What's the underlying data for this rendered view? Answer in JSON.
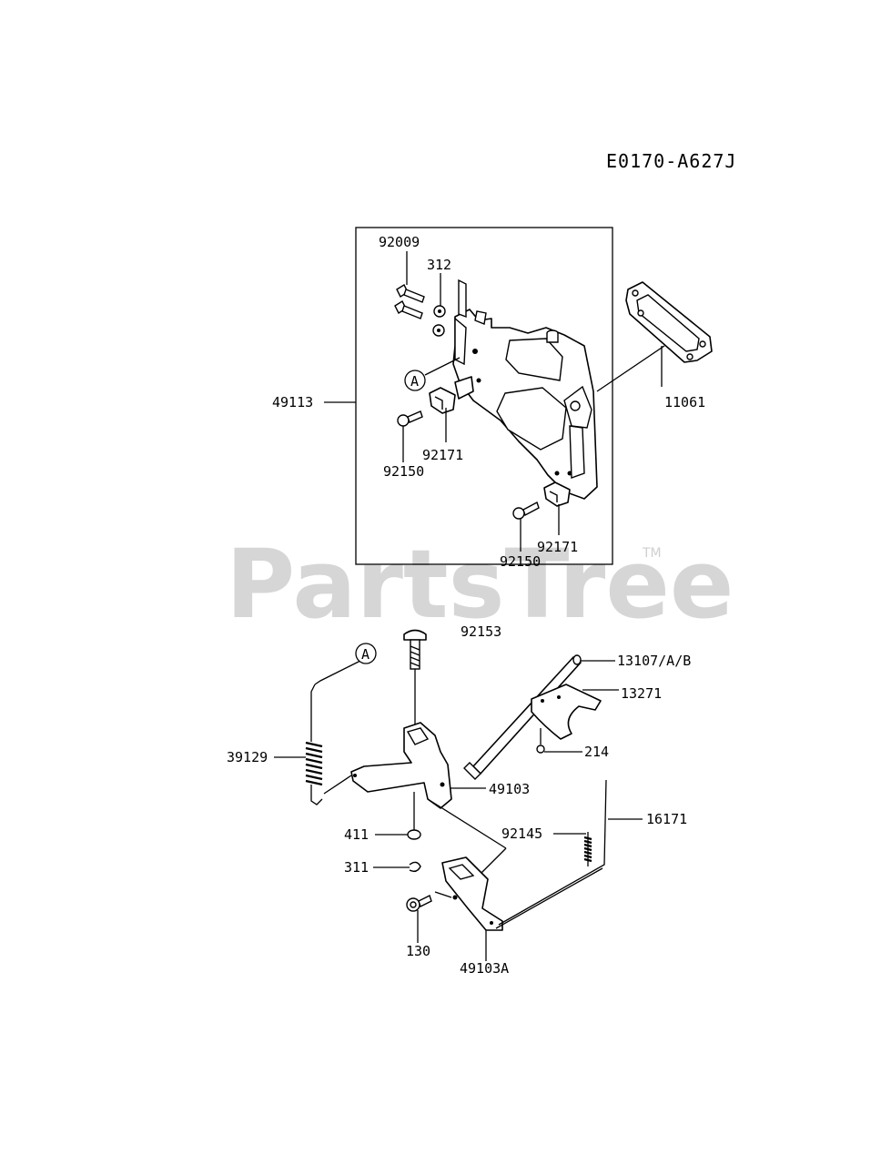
{
  "diagram_code": "E0170-A627J",
  "watermark": {
    "brand": "PartsTree",
    "mark": "TM"
  },
  "reference_marker": "A",
  "parts": {
    "p92009": "92009",
    "p312": "312",
    "p49113": "49113",
    "p11061": "11061",
    "p92171_a": "92171",
    "p92150_a": "92150",
    "p92171_b": "92171",
    "p92150_b": "92150",
    "p92153": "92153",
    "p13107": "13107/A/B",
    "p13271": "13271",
    "p214": "214",
    "p39129": "39129",
    "p49103": "49103",
    "p411": "411",
    "p92145": "92145",
    "p16171": "16171",
    "p311": "311",
    "p130": "130",
    "p49103a": "49103A"
  }
}
